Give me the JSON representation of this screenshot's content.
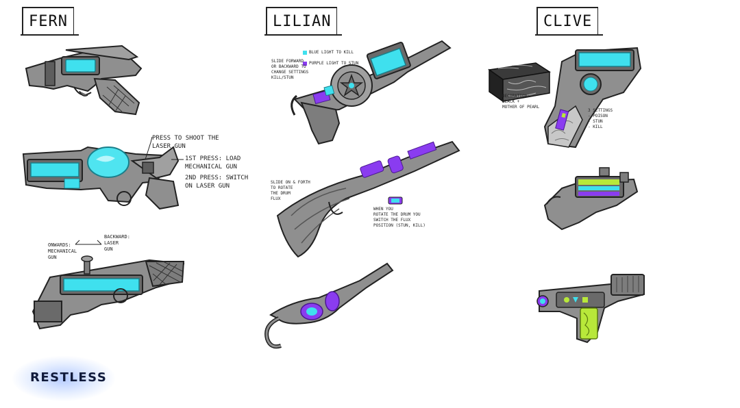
{
  "characters": {
    "fern": {
      "name": "FERN"
    },
    "lilian": {
      "name": "LILIAN"
    },
    "clive": {
      "name": "CLIVE"
    }
  },
  "annotations": {
    "fern_trigger": "PRESS TO SHOOT THE\nLASER GUN",
    "fern_press1": "1ST PRESS: LOAD\nMECHANICAL GUN",
    "fern_press2": "2ND PRESS: SWITCH\nON LASER GUN",
    "fern_onwards": "ONWARDS:\nMECHANICAL\nGUN",
    "fern_backward": "BACKWARD:\nLASER\nGUN",
    "lilian_slide": "SLIDE FORWARD\nOR BACKWARD TO\nCHANGE SETTINGS\nKILL/STUN",
    "lilian_legend_blue": "BLUE LIGHT TO KILL",
    "lilian_legend_purple": "PURPLE LIGHT TO STUN",
    "lilian_drum": "SLIDE ON & FORTH\nTO ROTATE\nTHE DRUM\nFLUX",
    "lilian_rotate": "WHEN YOU\nROTATE THE DRUM YOU\nSWITCH THE FLUX\nPOSITION (STUN, KILL)",
    "clive_decor": "DECORATION:\nBLACK +\nMOTHER OF PEARL",
    "clive_settings": "3 SETTINGS\n- POISON\n- STUN\n- KILL"
  },
  "branding": {
    "logo": "RESTLESS"
  },
  "colors": {
    "gun_body": "#8f8f8f",
    "gun_dark": "#5e5e5e",
    "cyan": "#3fe0ee",
    "purple": "#8a3cf0",
    "lime": "#b8e83a"
  }
}
